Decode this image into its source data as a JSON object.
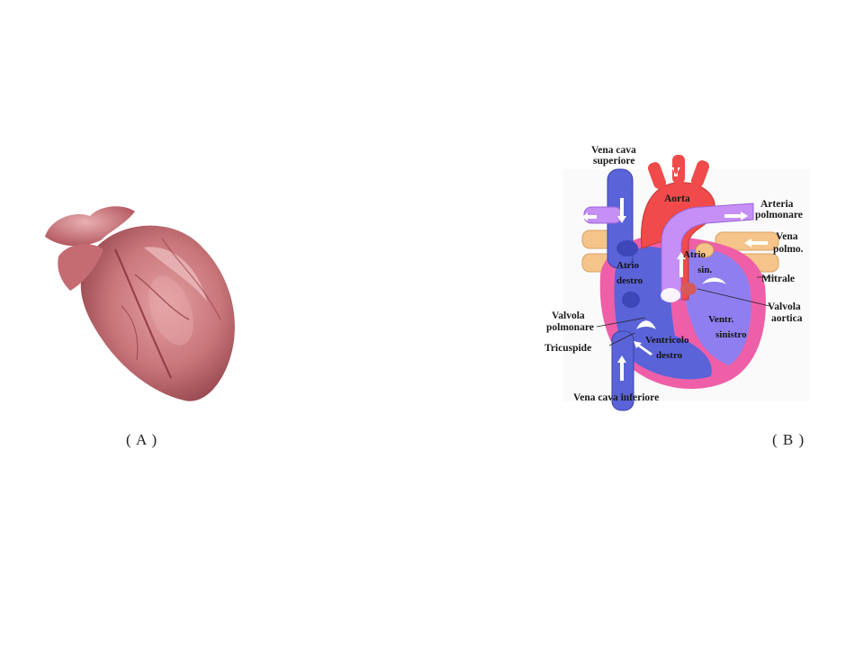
{
  "captions": {
    "a": "( A )",
    "b": "( B )"
  },
  "diagram": {
    "labels": {
      "vena_cava_superiore_1": "Vena cava",
      "vena_cava_superiore_2": "superiore",
      "aorta": "Aorta",
      "arteria_polmonare_1": "Arteria",
      "arteria_polmonare_2": "polmonare",
      "vena_polmo_1": "Vena",
      "vena_polmo_2": "polmo.",
      "atrio_destro_1": "Atrio",
      "atrio_destro_2": "destro",
      "atrio_sin_1": "Atrio",
      "atrio_sin_2": "sin.",
      "mitrale": "Mitrale",
      "valvola_aortica_1": "Valvola",
      "valvola_aortica_2": "aortica",
      "valvola_polmonare_1": "Valvola",
      "valvola_polmonare_2": "polmonare",
      "ventr_sinistro_1": "Ventr.",
      "ventr_sinistro_2": "sinistro",
      "tricuspide": "Tricuspide",
      "ventricolo_destro_1": "Ventricolo",
      "ventricolo_destro_2": "destro",
      "vena_cava_inferiore": "Vena cava inferiore"
    }
  },
  "colors": {
    "background": "#ffffff",
    "venous_blue": "#5a63d8",
    "arterial_red": "#f04a4a",
    "pulmonary_violet": "#c58ff5",
    "pulmonary_vein_orange": "#f5c48a",
    "myocardium_pink": "#ee5fa8",
    "heart_tissue": "#c66a6e"
  }
}
